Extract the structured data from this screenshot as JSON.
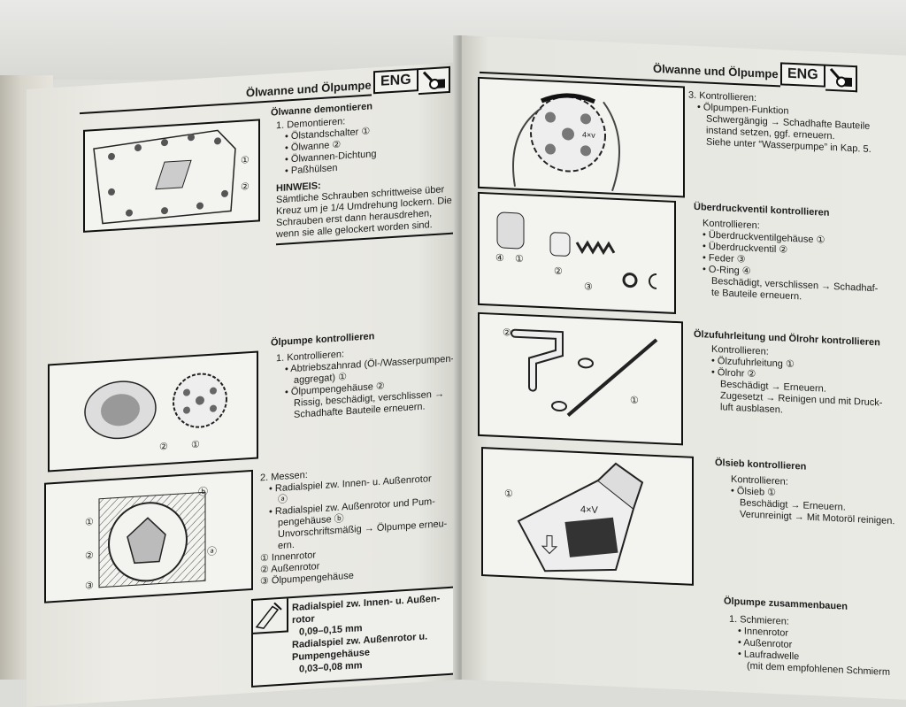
{
  "left_page": {
    "header_title": "Ölwanne und Ölpumpe",
    "badge": "ENG",
    "badge_icon": "engine-wrench-icon",
    "sections": [
      {
        "title": "Ölwanne demontieren",
        "step": "1. Demontieren:",
        "items": [
          "• Ölstandschalter ①",
          "• Ölwanne ②",
          "• Ölwannen-Dichtung",
          "• Paßhülsen"
        ],
        "note_label": "HINWEIS:",
        "note_lines": [
          "Sämtliche Schrauben schrittweise über",
          "Kreuz um je 1/4 Umdrehung lockern. Die",
          "Schrauben erst dann herausdrehen,",
          "wenn sie alle gelockert worden sind."
        ]
      },
      {
        "title": "Ölpumpe kontrollieren",
        "step": "1. Kontrollieren:",
        "items": [
          "• Abtriebszahnrad (Öl-/Wasserpumpen-",
          "aggregat) ①",
          "• Ölpumpengehäuse ②"
        ],
        "result_lines": [
          "Rissig, beschädigt, verschlissen →",
          "Schadhafte Bauteile erneuern."
        ]
      },
      {
        "step": "2. Messen:",
        "items": [
          "• Radialspiel zw. Innen- u. Außenrotor",
          "ⓐ",
          "• Radialspiel zw. Außenrotor und Pum-",
          "pengehäuse ⓑ"
        ],
        "result_lines": [
          "Unvorschriftsmäßig → Ölpumpe erneu-",
          "ern."
        ],
        "legend": [
          "① Innenrotor",
          "② Außenrotor",
          "③ Ölpumpengehäuse"
        ]
      }
    ],
    "spec_box": {
      "icon": "caliper-icon",
      "lines": [
        "Radialspiel zw. Innen- u. Außen-",
        "rotor",
        "0,09–0,15 mm",
        "Radialspiel zw. Außenrotor u.",
        "Pumpengehäuse",
        "0,03–0,08 mm"
      ]
    },
    "figures": {
      "oil_pan_callouts": [
        "①",
        "②"
      ],
      "pump_callouts": [
        "②",
        "①"
      ],
      "rotor_callouts": [
        "①",
        "②",
        "③",
        "ⓑ",
        "ⓐ"
      ]
    }
  },
  "right_page": {
    "header_title": "Ölwanne und Ölpumpe",
    "badge": "ENG",
    "badge_icon": "engine-wrench-icon",
    "sections": [
      {
        "step": "3. Kontrollieren:",
        "items": [
          "• Ölpumpen-Funktion"
        ],
        "result_lines": [
          "Schwergängig → Schadhafte Bauteile",
          "instand setzen, ggf. erneuern.",
          "Siehe unter “Wasserpumpe” in Kap. 5."
        ]
      },
      {
        "title": "Überdruckventil kontrollieren",
        "step": "Kontrollieren:",
        "items": [
          "• Überdruckventilgehäuse ①",
          "• Überdruckventil ②",
          "• Feder ③",
          "• O-Ring ④"
        ],
        "result_lines": [
          "Beschädigt, verschlissen → Schadhaf-",
          "te Bauteile erneuern."
        ]
      },
      {
        "title": "Ölzufuhrleitung und Ölrohr kontrollieren",
        "step": "Kontrollieren:",
        "items": [
          "• Ölzufuhrleitung ①",
          "• Ölrohr ②"
        ],
        "result_lines": [
          "Beschädigt → Erneuern.",
          "Zugesetzt → Reinigen und mit Druck-",
          "luft ausblasen."
        ]
      },
      {
        "title": "Ölsieb kontrollieren",
        "step": "Kontrollieren:",
        "items": [
          "• Ölsieb ①"
        ],
        "result_lines": [
          "Beschädigt → Erneuern.",
          "Verunreinigt → Mit Motoröl reinigen."
        ]
      },
      {
        "title": "Ölpumpe zusammenbauen",
        "step": "1. Schmieren:",
        "items": [
          "• Innenrotor",
          "• Außenrotor",
          "• Laufradwelle"
        ],
        "result_lines": [
          "(mit dem empfohlenen Schmierm"
        ]
      }
    ],
    "figures": {
      "gear_mark": "4×v",
      "valve_callouts": [
        "④",
        "①",
        "②",
        "③"
      ],
      "pipe_callouts": [
        "②",
        "①"
      ],
      "strainer_callouts": [
        "①"
      ],
      "strainer_mark": "4×V"
    }
  }
}
